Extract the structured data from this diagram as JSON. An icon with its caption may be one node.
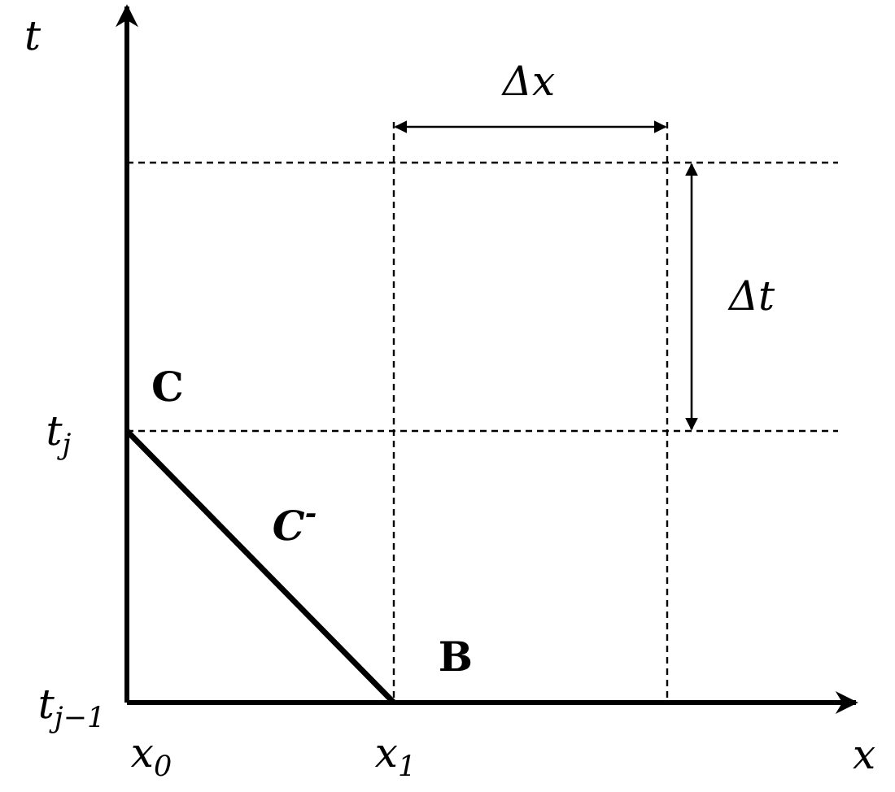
{
  "diagram": {
    "labels": [
      "t",
      "Δx",
      "Δt",
      "C",
      "t$_{j}$",
      "C$^{-}$",
      "B",
      "t$_{j−1}$",
      "x$_{0}$",
      "x$_{1}$",
      "x"
    ]
  }
}
